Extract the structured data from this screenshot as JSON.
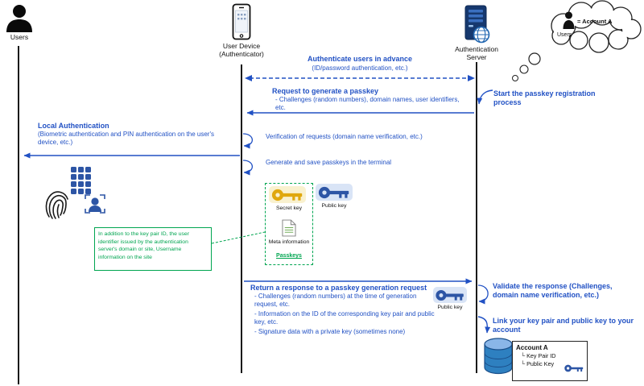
{
  "colors": {
    "blue": "#2151c4",
    "green": "#00a550",
    "gold": "#e0a80e",
    "key_blue": "#2d55a5",
    "black": "#000000"
  },
  "actors": {
    "users": {
      "label": "Users"
    },
    "device": {
      "line1": "User Device",
      "line2": "(Authenticator)"
    },
    "server": {
      "line1": "Authentication",
      "line2": "Server"
    }
  },
  "thought": {
    "account": "= Account A",
    "users": "Users"
  },
  "messages": {
    "auth_in_advance": {
      "title": "Authenticate users in advance",
      "detail": "(ID/password authentication, etc.)"
    },
    "request_passkey": {
      "title": "Request to generate a passkey",
      "detail": "- Challenges (random numbers), domain names, user identifiers, etc."
    },
    "start_registration": "Start the passkey registration process",
    "local_auth": {
      "title": "Local Authentication",
      "detail": "(Biometric authentication and PIN authentication on the user's device, etc.)"
    },
    "verify_request": "Verification of requests (domain name verification, etc.)",
    "generate_save": "Generate and save passkeys in the terminal",
    "return_response": {
      "title": "Return a response to a passkey generation request",
      "detail1": "- Challenges (random numbers) at the time of generation request, etc.",
      "detail2": "- Information on the ID of the corresponding key pair and public key, etc.",
      "detail3": "- Signature data with a private key (sometimes none)"
    },
    "validate_response": "Validate the response (Challenges, domain name verification, etc.)",
    "link_account": "Link your key pair and public key to your account"
  },
  "passkey": {
    "secret_key": "Secret key",
    "public_key": "Public key",
    "meta": "Meta information",
    "passkeys": "Passkeys"
  },
  "note": "In addition to the key pair ID, the user identifier issued by the authentication server's domain or site, Username information on the site",
  "response_key_label": "Public key",
  "account": {
    "title": "Account A",
    "row1": "└ Key Pair ID",
    "row2": "└ Public Key"
  }
}
